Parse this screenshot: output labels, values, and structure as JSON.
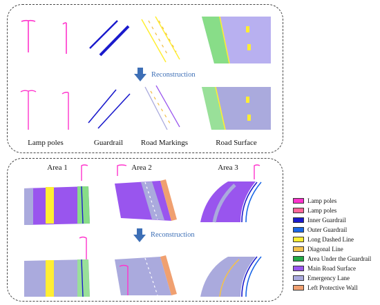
{
  "top_panel": {
    "arrow_label": "Reconstruction",
    "captions": [
      "Lamp poles",
      "Guardrail",
      "Road Markings",
      "Road Surface"
    ]
  },
  "bottom_panel": {
    "arrow_label": "Reconstruction",
    "areas": [
      "Area 1",
      "Area 2",
      "Area 3"
    ]
  },
  "legend": [
    {
      "label": "Lamp poles",
      "color": "#ff33cc"
    },
    {
      "label": "Lamp poles",
      "color": "#ff6699"
    },
    {
      "label": "Inner Guardrail",
      "color": "#1a1acc"
    },
    {
      "label": "Outer Guardrail",
      "color": "#1a66e6"
    },
    {
      "label": "Long Dashed Line",
      "color": "#ffee33"
    },
    {
      "label": "Diagonal Line",
      "color": "#f2c24d"
    },
    {
      "label": "Area Under the Guardrail",
      "color": "#22aa44"
    },
    {
      "label": "Main Road Surface",
      "color": "#9955ee"
    },
    {
      "label": "Emergency Lane",
      "color": "#aaaadd"
    },
    {
      "label": "Left Protective Wall",
      "color": "#f0a070"
    }
  ]
}
